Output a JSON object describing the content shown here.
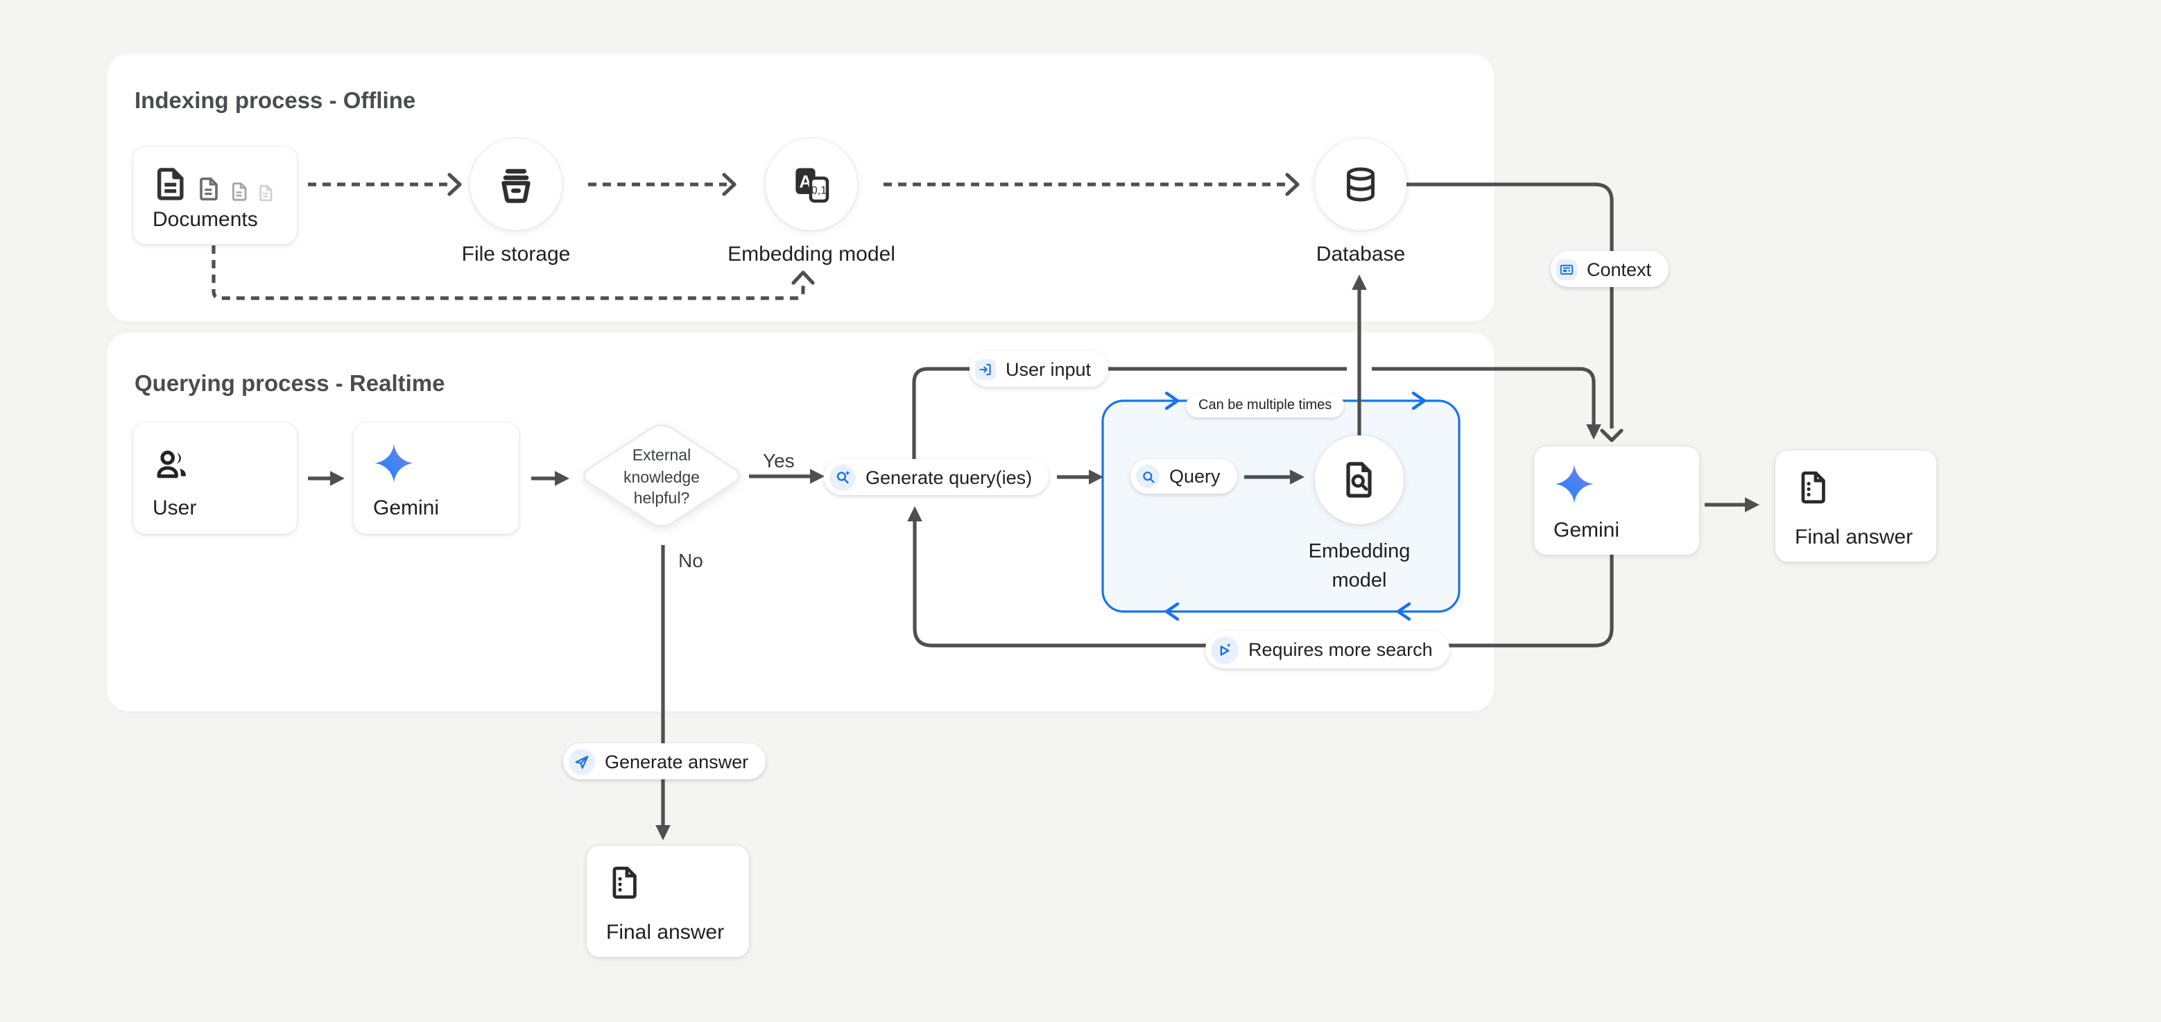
{
  "colors": {
    "page_bg": "#f4f4f2",
    "panel_bg": "#ffffff",
    "accent_blue": "#1a73e8",
    "chip_bg": "#e8f0fe",
    "line": "#4f4f4f",
    "loop_box_bg": "#f3f8fd",
    "text_primary": "#202124",
    "text_secondary": "#3c4043"
  },
  "indexing": {
    "title": "Indexing process - Offline",
    "documents": {
      "label": "Documents"
    },
    "file_storage": {
      "label": "File storage"
    },
    "embedding_model": {
      "label": "Embedding model"
    },
    "database": {
      "label": "Database"
    },
    "embedding_icon": {
      "letter": "A",
      "digits": "0,1"
    }
  },
  "querying": {
    "title": "Querying process - Realtime",
    "user": {
      "label": "User"
    },
    "gemini": {
      "label": "Gemini"
    },
    "decision": {
      "line1": "External",
      "line2": "knowledge",
      "line3": "helpful?",
      "yes": "Yes",
      "no": "No"
    },
    "generate_queries": {
      "label": "Generate query(ies)"
    },
    "user_input": {
      "label": "User input"
    },
    "loop_box": {
      "note": "Can be multiple times"
    },
    "query": {
      "label": "Query"
    },
    "embedding_model": {
      "line1": "Embedding",
      "line2": "model"
    },
    "context": {
      "label": "Context"
    },
    "requires_more_search": {
      "label": "Requires more search"
    },
    "gemini_final": {
      "label": "Gemini"
    },
    "final_answer": {
      "label": "Final answer"
    },
    "generate_answer": {
      "label": "Generate answer"
    },
    "final_answer_no_branch": {
      "label": "Final answer"
    }
  }
}
